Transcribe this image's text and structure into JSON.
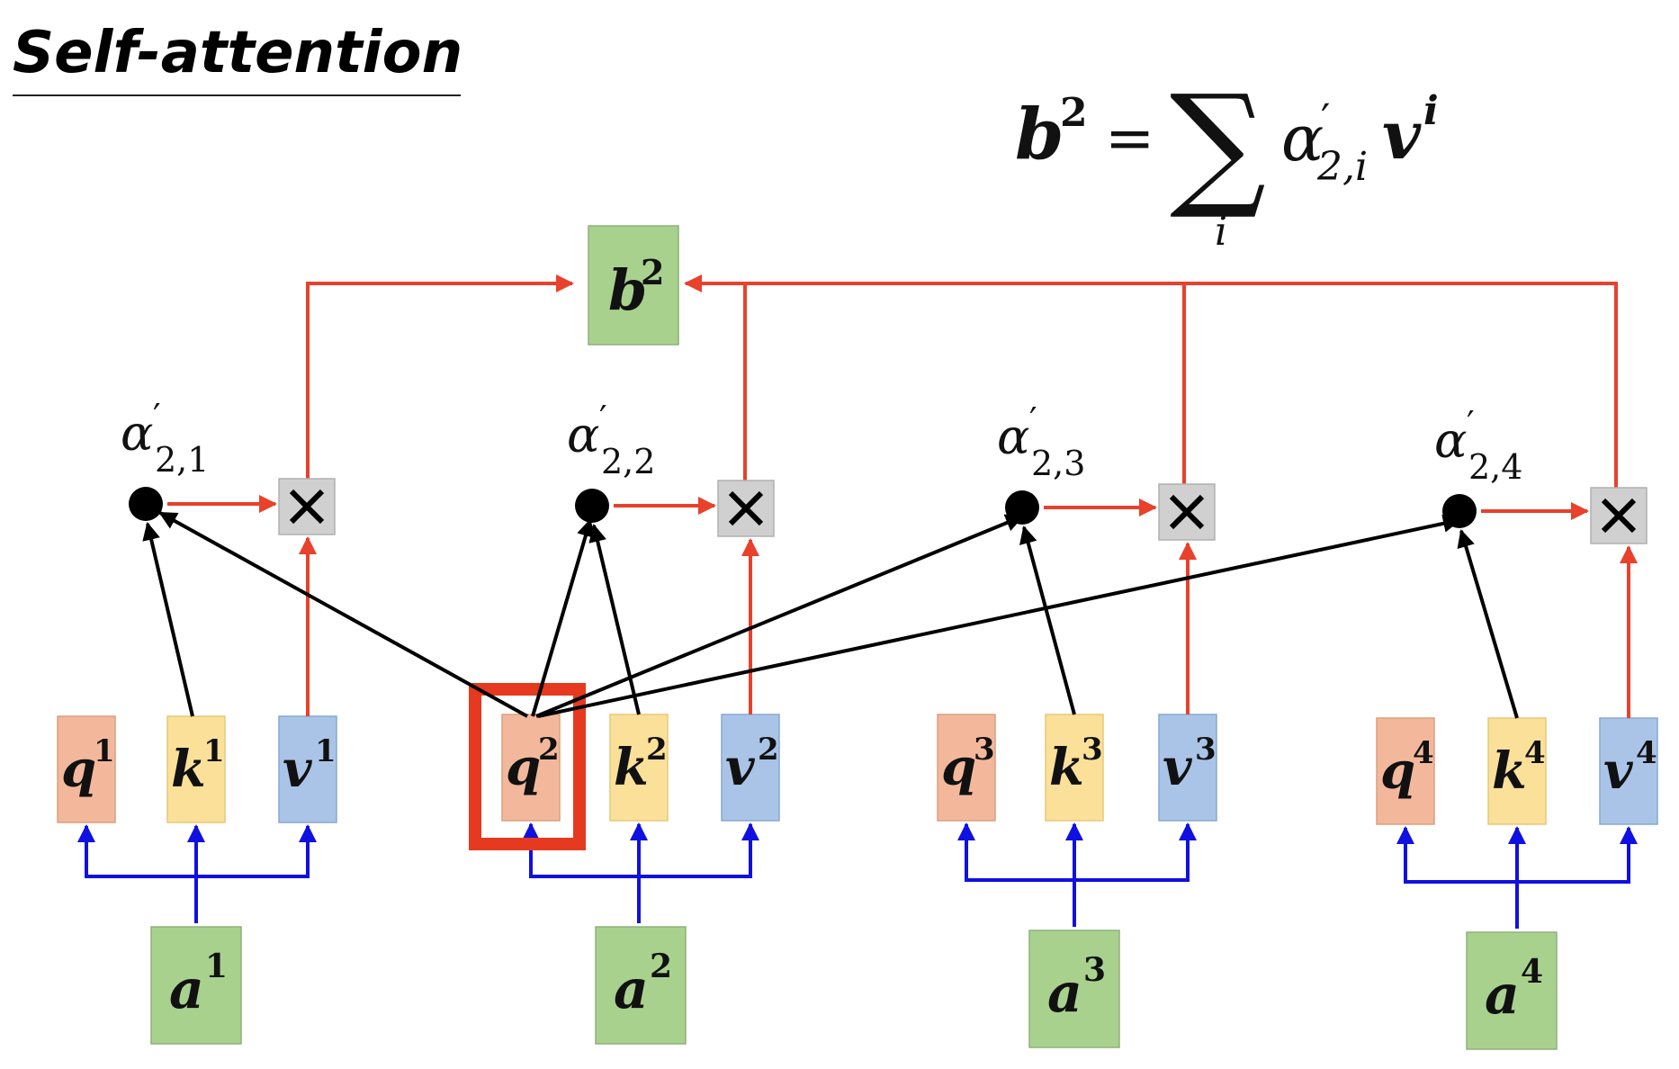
{
  "title": "Self-attention",
  "formula": {
    "lhs": "b",
    "lhs_sup": "2",
    "equals": "=",
    "sum": "∑",
    "sum_sub": "i",
    "alpha": "α",
    "prime": "′",
    "alpha_sub": "2,i",
    "v": "v",
    "v_sup": "i"
  },
  "output": {
    "label": "b",
    "sup": "2"
  },
  "colors": {
    "query": "#f3b89b",
    "key": "#fbe09a",
    "value": "#aac4e8",
    "input": "#a9d18e",
    "multiply": "#d0d0d0",
    "red_arrow": "#e8412c",
    "blue_arrow": "#1010e0",
    "highlight": "#e53a20"
  },
  "highlighted": "q2",
  "groups": [
    {
      "index": "1",
      "q": "q",
      "k": "k",
      "v": "v",
      "a": "a",
      "alpha": "α",
      "prime": "′",
      "alpha_sub": "2,1",
      "multiply": "×"
    },
    {
      "index": "2",
      "q": "q",
      "k": "k",
      "v": "v",
      "a": "a",
      "alpha": "α",
      "prime": "′",
      "alpha_sub": "2,2",
      "multiply": "×"
    },
    {
      "index": "3",
      "q": "q",
      "k": "k",
      "v": "v",
      "a": "a",
      "alpha": "α",
      "prime": "′",
      "alpha_sub": "2,3",
      "multiply": "×"
    },
    {
      "index": "4",
      "q": "q",
      "k": "k",
      "v": "v",
      "a": "a",
      "alpha": "α",
      "prime": "′",
      "alpha_sub": "2,4",
      "multiply": "×"
    }
  ]
}
